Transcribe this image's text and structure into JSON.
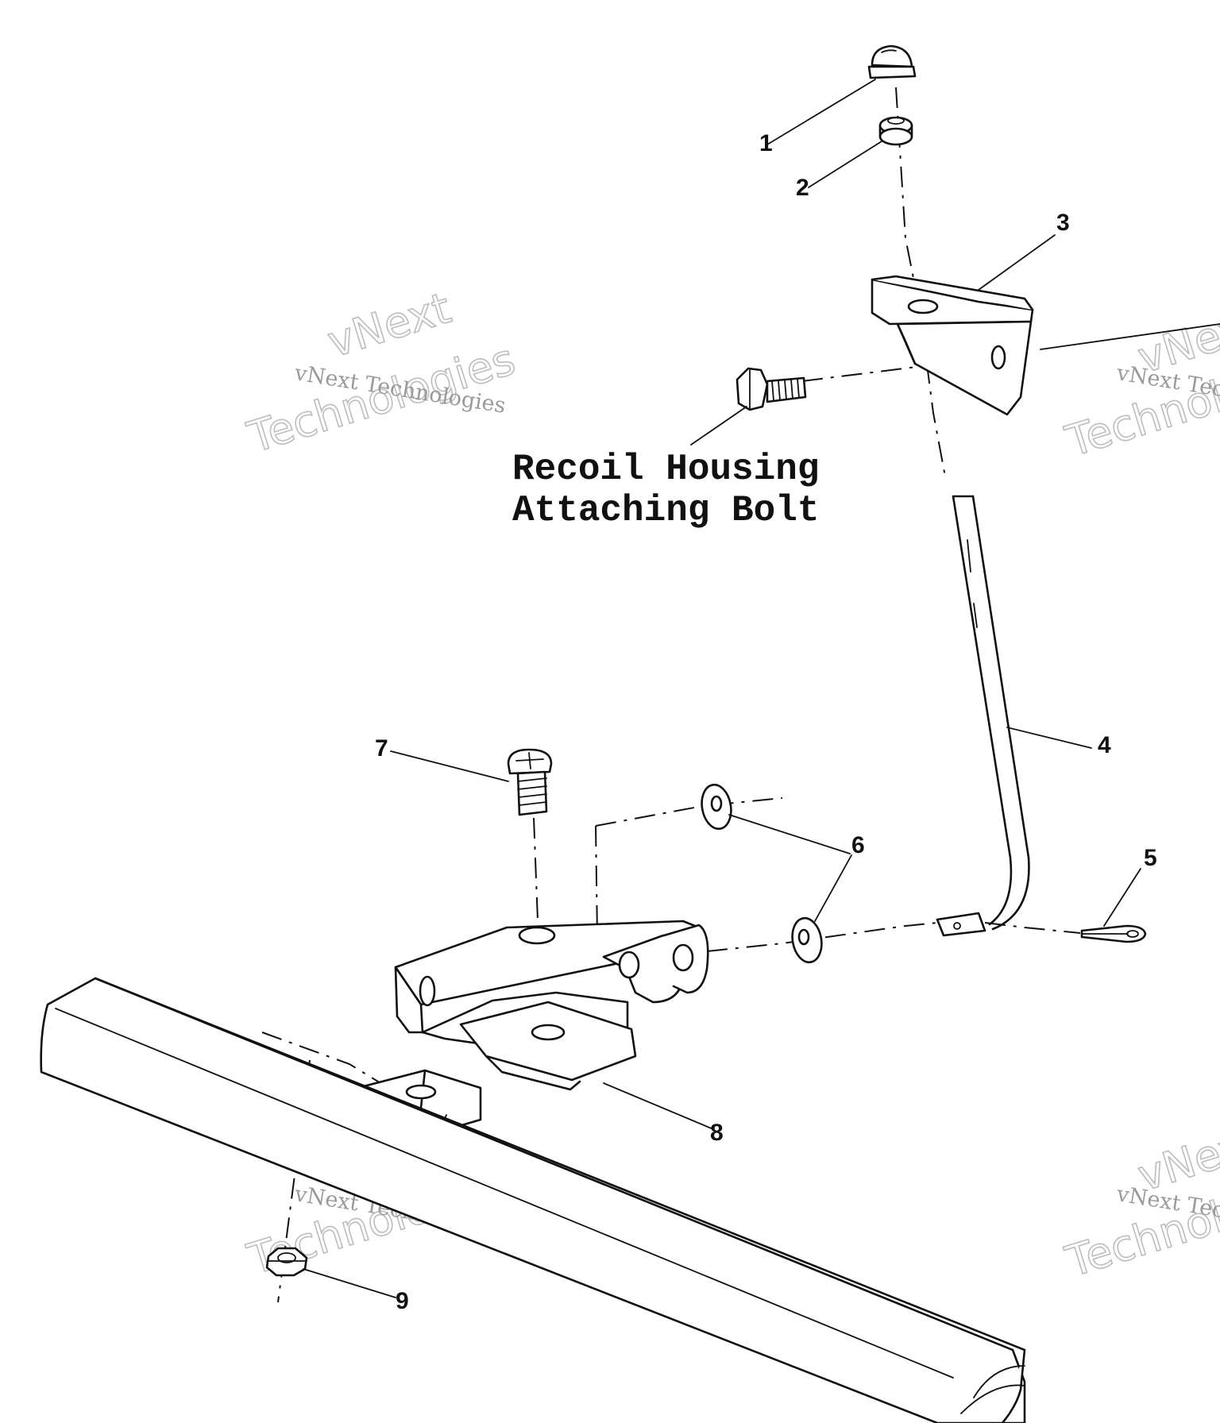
{
  "label": {
    "line1": "Recoil Housing",
    "line2": "Attaching Bolt"
  },
  "callouts": [
    "1",
    "2",
    "3",
    "4",
    "5",
    "6",
    "7",
    "8",
    "9"
  ],
  "watermark": {
    "small": "vNext Technologies",
    "big1": "vNext",
    "big2": "Technologies"
  }
}
